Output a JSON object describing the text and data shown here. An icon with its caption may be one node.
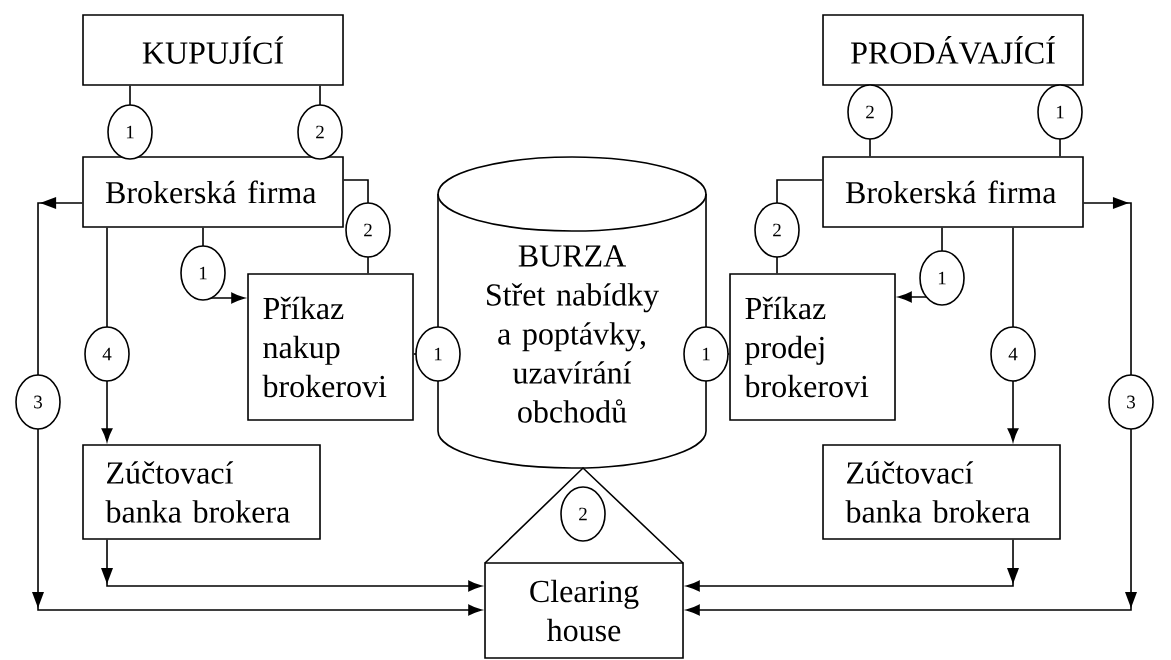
{
  "diagram": {
    "nodes": [
      {
        "text": [
          "KUPUJÍCÍ"
        ]
      },
      {
        "text": [
          "PRODÁVAJÍCÍ"
        ]
      },
      {
        "text": [
          "Brokerská firma"
        ]
      },
      {
        "text": [
          "Brokerská firma"
        ]
      },
      {
        "text": [
          "BURZA",
          "Střet nabídky a poptávky, uzavírání obchodů"
        ]
      },
      {
        "text": [
          "Příkaz nakup brokerovi"
        ]
      },
      {
        "text": [
          "Příkaz prodej brokerovi"
        ]
      },
      {
        "text": [
          "Zúčtovací banka brokera"
        ]
      },
      {
        "text": [
          "Zúčtovací banka brokera"
        ]
      },
      {
        "text": [
          "Clearing house"
        ]
      }
    ],
    "edges": [
      {
        "from": 0,
        "to": 2,
        "arrow": "none",
        "label": "1"
      },
      {
        "from": 0,
        "to": 2,
        "arrow": "none",
        "label": "2"
      },
      {
        "from": 1,
        "to": 3,
        "arrow": "none",
        "label": "2"
      },
      {
        "from": 1,
        "to": 3,
        "arrow": "none",
        "label": "1"
      },
      {
        "from": 2,
        "to": 5,
        "arrow": "to",
        "label": "1"
      },
      {
        "from": 2,
        "to": 5,
        "arrow": "none",
        "label": "2"
      },
      {
        "from": 3,
        "to": 6,
        "arrow": "to",
        "label": "1"
      },
      {
        "from": 3,
        "to": 6,
        "arrow": "none",
        "label": "2"
      },
      {
        "from": 5,
        "to": 4,
        "arrow": "none",
        "label": "1"
      },
      {
        "from": 6,
        "to": 4,
        "arrow": "none",
        "label": "1"
      },
      {
        "from": 2,
        "to": 7,
        "arrow": "to",
        "label": "4"
      },
      {
        "from": 3,
        "to": 8,
        "arrow": "to",
        "label": "4"
      },
      {
        "from": 2,
        "to": 9,
        "arrow": "to",
        "label": "3"
      },
      {
        "from": 3,
        "to": 9,
        "arrow": "to",
        "label": "3"
      },
      {
        "from": 7,
        "to": 9,
        "arrow": "to"
      },
      {
        "from": 8,
        "to": 9,
        "arrow": "to"
      }
    ],
    "labels": [
      "2"
    ]
  }
}
